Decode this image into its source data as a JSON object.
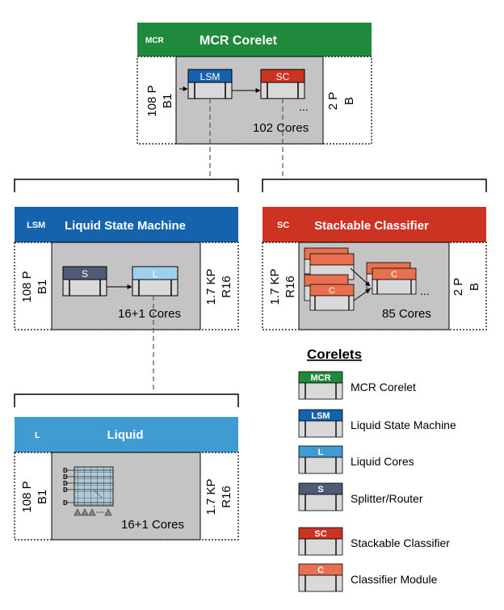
{
  "colors": {
    "mcr": "#1f8a3c",
    "lsm": "#1663ad",
    "liquid": "#3f9bd2",
    "liquid_core": "#9fd0ee",
    "splitter": "#4f5a74",
    "sc": "#cc3323",
    "classifier": "#e8704f",
    "core_gray": "#c4c4c4"
  },
  "mcr": {
    "tag": "MCR",
    "title": "MCR Corelet",
    "left_label_1": "108 P",
    "left_label_2": "B1",
    "right_label_1": "2 P",
    "right_label_2": "B",
    "core_lsm": "LSM",
    "core_sc": "SC",
    "ellipsis": "...",
    "cores": "102 Cores"
  },
  "lsm": {
    "tag": "LSM",
    "title": "Liquid State Machine",
    "left_label_1": "108 P",
    "left_label_2": "B1",
    "right_label_1": "1.7 KP",
    "right_label_2": "R16",
    "core_s": "S",
    "core_l": "L",
    "cores": "16+1 Cores"
  },
  "sc": {
    "tag": "SC",
    "title": "Stackable Classifier",
    "left_label_1": "1.7 KP",
    "left_label_2": "R16",
    "right_label_1": "2 P",
    "right_label_2": "B",
    "core_c": "C",
    "ellipsis": "...",
    "cores": "85 Cores"
  },
  "liquid": {
    "tag": "L",
    "title": "Liquid",
    "left_label_1": "108 P",
    "left_label_2": "B1",
    "right_label_1": "1.7 KP",
    "right_label_2": "R16",
    "cores": "16+1 Cores"
  },
  "legend": {
    "title": "Corelets",
    "items": [
      {
        "tag": "MCR",
        "label": "MCR Corelet",
        "color": "#1f8a3c"
      },
      {
        "tag": "LSM",
        "label": "Liquid State Machine",
        "color": "#1663ad"
      },
      {
        "tag": "L",
        "label": "Liquid Cores",
        "color": "#3f9bd2"
      },
      {
        "tag": "S",
        "label": "Splitter/Router",
        "color": "#4f5a74"
      },
      {
        "tag": "SC",
        "label": "Stackable Classifier",
        "color": "#cc3323"
      },
      {
        "tag": "C",
        "label": "Classifier Module",
        "color": "#e8704f"
      }
    ]
  }
}
